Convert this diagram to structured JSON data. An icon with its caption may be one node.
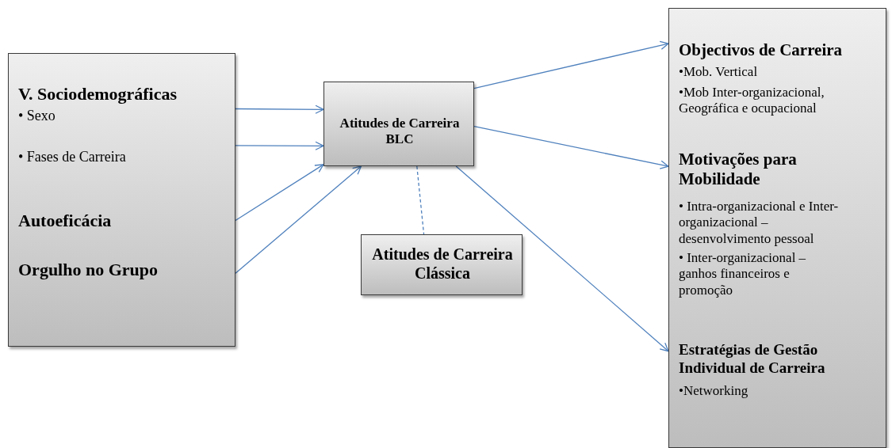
{
  "diagram": {
    "nodes": [
      {
        "text": [
          "V. Sociodemográficas",
          "• Sexo",
          "• Fases de Carreira",
          "Autoeficácia",
          "Orgulho no Grupo"
        ]
      },
      {
        "text": [
          "Atitudes de Carreira BLC"
        ]
      },
      {
        "text": [
          "Atitudes de Carreira Clássica"
        ]
      },
      {
        "text": [
          "Objectivos de Carreira",
          "•Mob. Vertical",
          "•Mob Inter-organizacional, Geográfica e ocupacional",
          "Motivações para Mobilidade",
          "• Intra-organizacional e Inter-organizacional – desenvolvimento pessoal",
          "• Inter-organizacional – ganhos financeiros e promoção",
          "Estratégias de Gestão Individual de Carreira",
          "•Networking"
        ]
      }
    ],
    "edges": [
      {
        "from": 0,
        "to": 1,
        "arrow": "to"
      },
      {
        "from": 0,
        "to": 1,
        "arrow": "to"
      },
      {
        "from": 0,
        "to": 1,
        "arrow": "to"
      },
      {
        "from": 0,
        "to": 1,
        "arrow": "to"
      },
      {
        "from": 1,
        "to": 2,
        "arrow": "none",
        "style": "dashed"
      },
      {
        "from": 1,
        "to": 3,
        "arrow": "to"
      },
      {
        "from": 1,
        "to": 3,
        "arrow": "to"
      },
      {
        "from": 1,
        "to": 3,
        "arrow": "to"
      }
    ]
  }
}
